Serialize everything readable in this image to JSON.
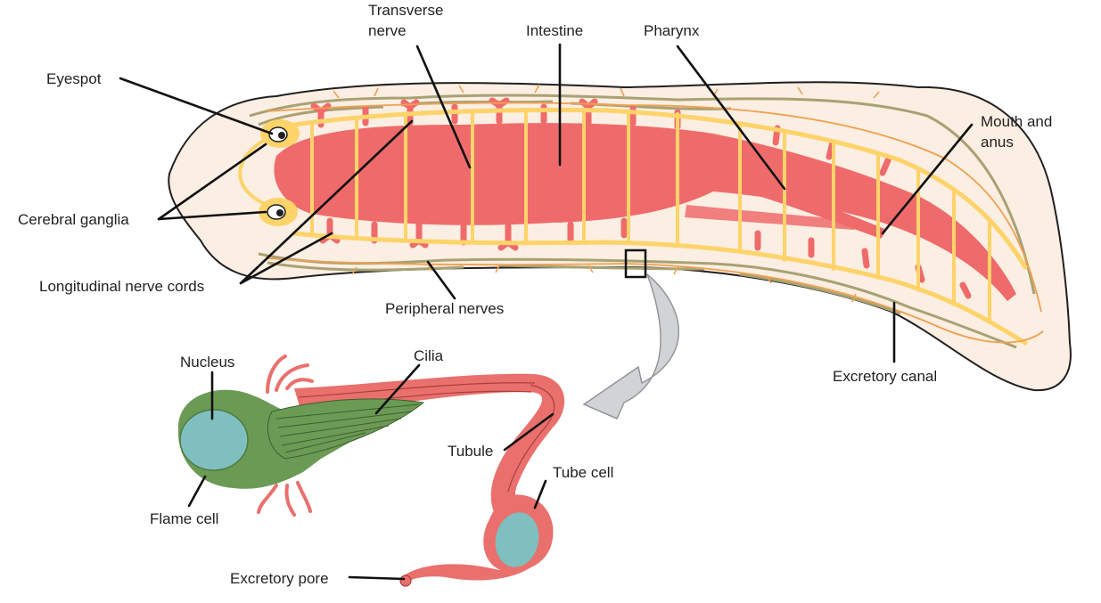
{
  "labels": {
    "transverse_nerve_1": "Transverse",
    "transverse_nerve_2": "nerve",
    "intestine": "Intestine",
    "pharynx": "Pharynx",
    "eyespot": "Eyespot",
    "mouth_anus_1": "Mouth and",
    "mouth_anus_2": "anus",
    "cerebral_ganglia": "Cerebral ganglia",
    "longitudinal_nerve_cords": "Longitudinal nerve cords",
    "peripheral_nerves": "Peripheral nerves",
    "excretory_canal": "Excretory canal",
    "nucleus": "Nucleus",
    "cilia": "Cilia",
    "tubule": "Tubule",
    "tube_cell": "Tube cell",
    "flame_cell": "Flame cell",
    "excretory_pore": "Excretory pore"
  },
  "colors": {
    "body": "#fbeee2",
    "body_outline": "#231f20",
    "intestine": "#ef6b6b",
    "nerves": "#fdd36a",
    "peripheral": "#a7a274",
    "excretory": "#f0a050",
    "flame_cell": "#6b9a55",
    "nucleus": "#7fbfbf",
    "tubule": "#e9706c",
    "arrow": "#d1d3d4"
  }
}
